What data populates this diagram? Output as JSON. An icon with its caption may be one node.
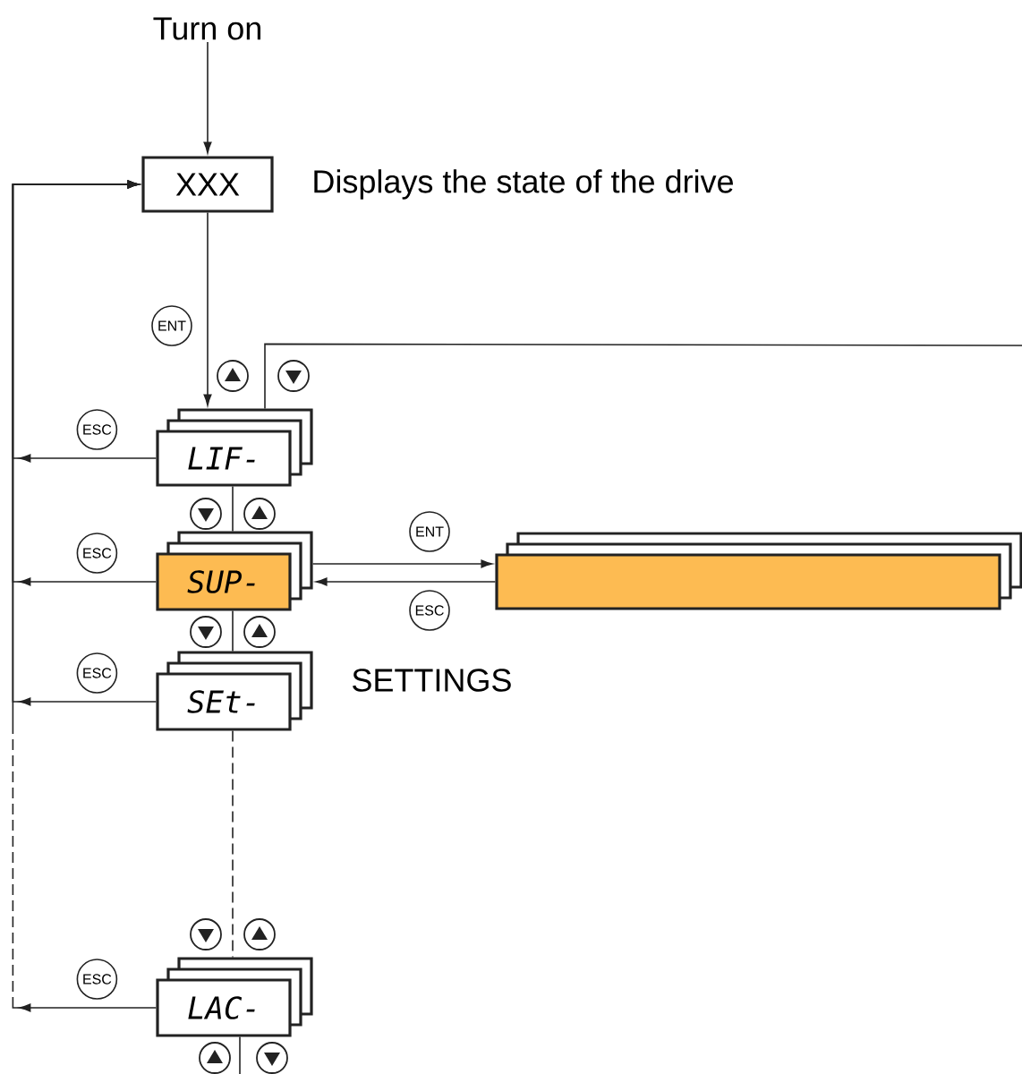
{
  "diagram": {
    "nodes": [
      {
        "text": [
          "Turn on"
        ]
      },
      {
        "text": [
          "XXX"
        ],
        "beside": [
          "Displays the state of the drive"
        ]
      },
      {
        "text": [
          "LIF-"
        ]
      },
      {
        "text": [
          "SUP-"
        ]
      },
      {
        "text": [
          "SEt-"
        ],
        "beside": [
          "SETTINGS"
        ]
      },
      {
        "text": [
          "LAC-"
        ]
      },
      {
        "text": [],
        "shape": "box"
      }
    ],
    "edges": [
      {
        "from": 0,
        "to": 1,
        "arrow": "to"
      },
      {
        "from": 1,
        "to": 2,
        "arrow": "to",
        "label": "ENT"
      },
      {
        "from": 2,
        "to": 3,
        "arrow": "none"
      },
      {
        "from": 3,
        "to": 4,
        "arrow": "none"
      },
      {
        "from": 4,
        "to": 5,
        "arrow": "none",
        "style": "dashed"
      },
      {
        "from": 2,
        "to": null,
        "arrow": "none"
      },
      {
        "from": 5,
        "to": null,
        "arrow": "none"
      },
      {
        "from": 3,
        "to": 6,
        "arrow": "to",
        "label": "ENT"
      },
      {
        "from": 6,
        "to": 3,
        "arrow": "to",
        "label": "ESC"
      },
      {
        "from": 2,
        "to": 1,
        "arrow": "to",
        "label": "ESC"
      },
      {
        "from": 3,
        "to": 1,
        "arrow": "to",
        "label": "ESC"
      },
      {
        "from": 4,
        "to": 1,
        "arrow": "to",
        "label": "ESC"
      },
      {
        "from": 5,
        "to": 1,
        "arrow": "to",
        "label": "ESC",
        "style": "dashed"
      }
    ]
  }
}
